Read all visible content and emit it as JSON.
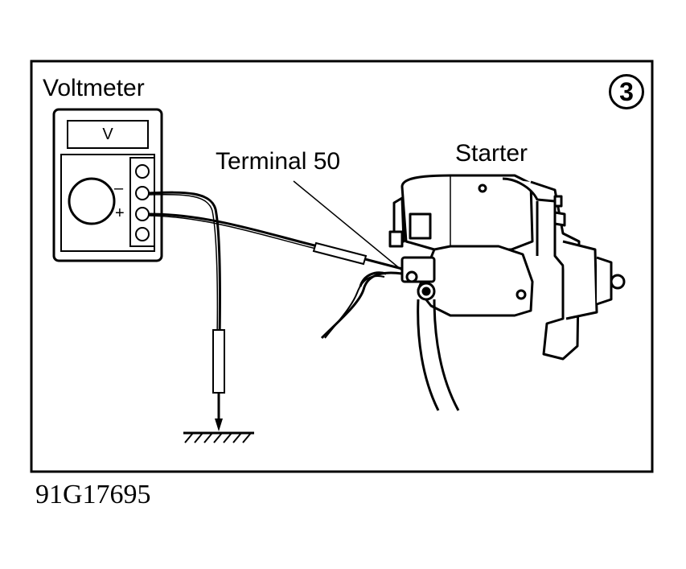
{
  "figure": {
    "number": "3",
    "code": "91G17695"
  },
  "labels": {
    "voltmeter": "Voltmeter",
    "display": "V",
    "minus": "–",
    "plus": "+",
    "terminal": "Terminal 50",
    "starter": "Starter"
  }
}
